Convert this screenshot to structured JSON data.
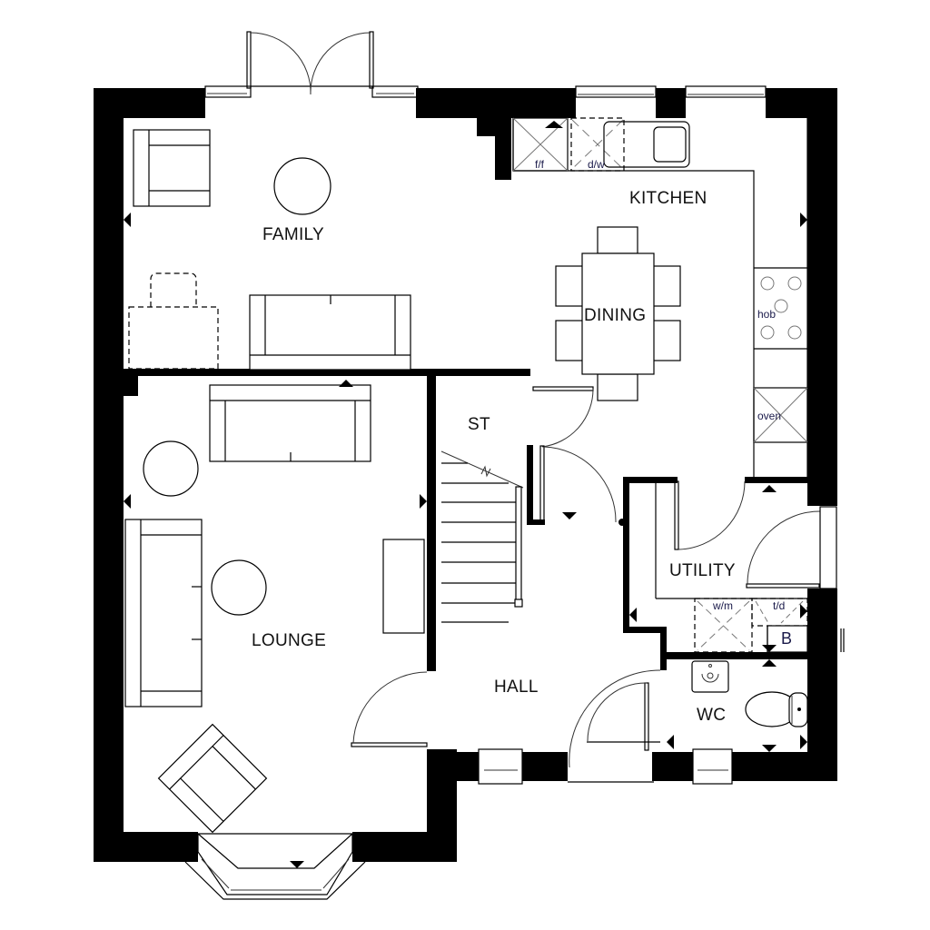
{
  "plan": {
    "type": "ground-floor-plan",
    "rooms": {
      "family": "FAMILY",
      "kitchen": "KITCHEN",
      "dining": "DINING",
      "lounge": "LOUNGE",
      "store": "ST",
      "hall": "HALL",
      "utility": "UTILITY",
      "wc": "WC"
    },
    "fixtures": {
      "fridge_freezer": "f/f",
      "dishwasher": "d/w",
      "hob": "hob",
      "oven": "oven",
      "washing_machine": "w/m",
      "tumble_dryer": "t/d",
      "boiler": "B"
    },
    "colors": {
      "wall": "#000000",
      "background": "#ffffff",
      "text": "#111111"
    }
  }
}
